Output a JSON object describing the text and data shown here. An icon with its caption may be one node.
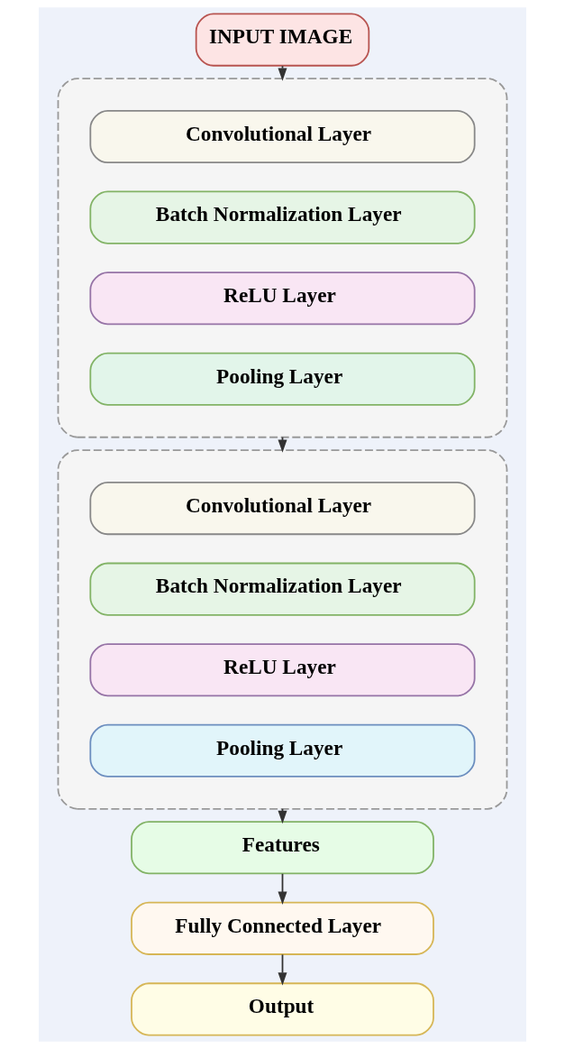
{
  "diagram": {
    "nodes": [
      {
        "text": [
          "INPUT IMAGE"
        ]
      },
      {
        "text": [],
        "shape": "box"
      },
      {
        "text": [
          "Convolutional Layer"
        ],
        "in": 1
      },
      {
        "text": [
          "Batch Normalization Layer"
        ],
        "in": 1
      },
      {
        "text": [
          "ReLU Layer"
        ],
        "in": 1
      },
      {
        "text": [
          "Pooling Layer"
        ],
        "in": 1
      },
      {
        "text": [],
        "shape": "box"
      },
      {
        "text": [
          "Convolutional Layer"
        ],
        "in": 6
      },
      {
        "text": [
          "Batch Normalization Layer"
        ],
        "in": 6
      },
      {
        "text": [
          "ReLU Layer"
        ],
        "in": 6
      },
      {
        "text": [
          "Pooling Layer"
        ],
        "in": 6
      },
      {
        "text": [
          "Features"
        ]
      },
      {
        "text": [
          "Fully Connected Layer"
        ]
      },
      {
        "text": [
          "Output"
        ]
      }
    ],
    "edges": [
      {
        "from": 0,
        "to": 1,
        "arrow": "to"
      },
      {
        "from": 1,
        "to": 6,
        "arrow": "to"
      },
      {
        "from": 6,
        "to": 11,
        "arrow": "to"
      },
      {
        "from": 11,
        "to": 12,
        "arrow": "to"
      },
      {
        "from": 12,
        "to": 13,
        "arrow": "to"
      }
    ]
  }
}
